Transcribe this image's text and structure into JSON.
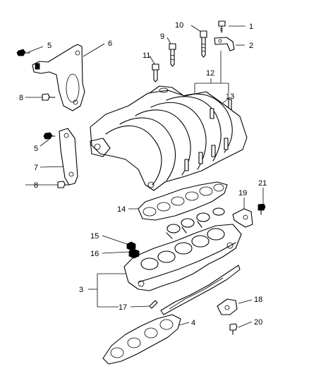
{
  "diagram": {
    "callouts": [
      "1",
      "2",
      "3",
      "4",
      "5",
      "5",
      "6",
      "7",
      "8",
      "8",
      "9",
      "10",
      "11",
      "12",
      "13",
      "14",
      "15",
      "16",
      "17",
      "18",
      "19",
      "20",
      "21"
    ]
  }
}
